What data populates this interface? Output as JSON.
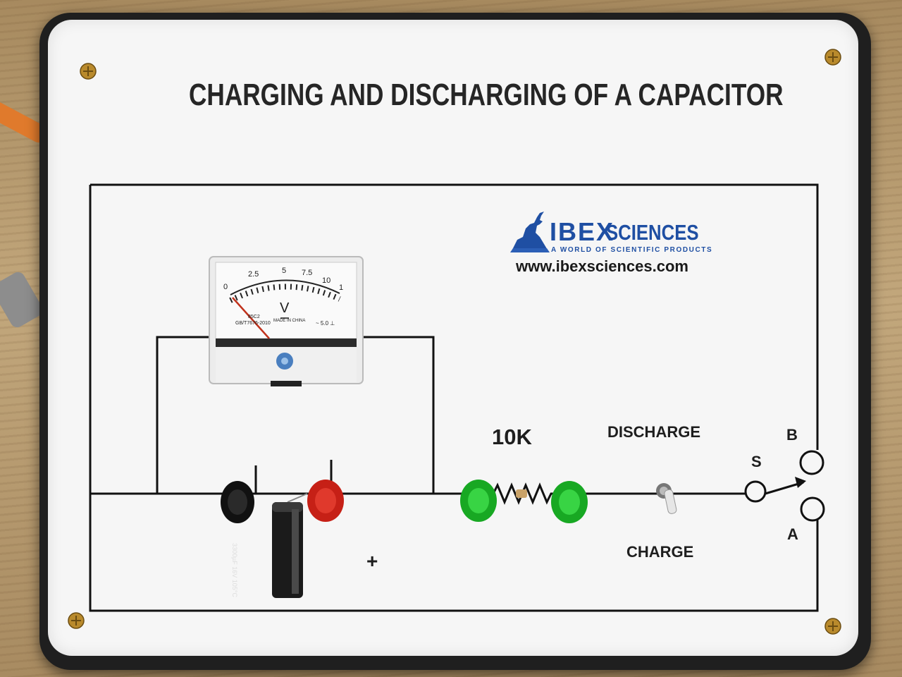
{
  "panel": {
    "title": "CHARGING AND DISCHARGING OF A CAPACITOR",
    "resistor_label": "10K",
    "discharge_label": "DISCHARGE",
    "charge_label": "CHARGE",
    "switch_common": "S",
    "switch_b": "B",
    "switch_a": "A",
    "polarity_mark": "+"
  },
  "logo": {
    "brand_left": "IBEX",
    "brand_right": "SCIENCES",
    "tagline": "A WORLD OF SCIENTIFIC PRODUCTS",
    "website": "www.ibexsciences.com",
    "brand_color": "#1f4fa3"
  },
  "voltmeter": {
    "ticks": [
      "0",
      "2.5",
      "5",
      "7.5",
      "10",
      "1"
    ],
    "unit": "V",
    "model": "85C2",
    "standard": "GB/T7676-2010",
    "origin": "MADE IN CHINA",
    "class": "~ 5.0 ⊥",
    "needle_reading": 0
  },
  "capacitor": {
    "rating": "3300µF 16V 105°C"
  },
  "colors": {
    "terminal_black": "#1a1a1a",
    "terminal_red": "#d8281c",
    "terminal_green": "#22c12e",
    "wire": "#111111"
  }
}
